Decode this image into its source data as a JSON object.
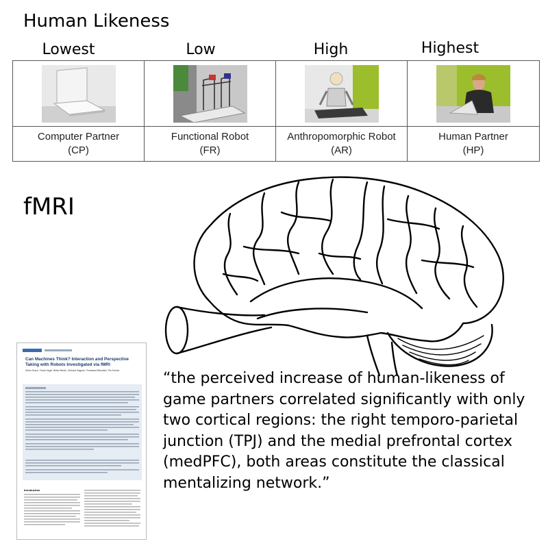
{
  "title": "Human Likeness",
  "levels": [
    "Lowest",
    "Low",
    "High",
    "Highest"
  ],
  "conditions": [
    {
      "name": "Computer Partner",
      "abbr": "(CP)"
    },
    {
      "name": "Functional Robot",
      "abbr": "(FR)"
    },
    {
      "name": "Anthropomorphic Robot",
      "abbr": "(AR)"
    },
    {
      "name": "Human Partner",
      "abbr": "(HP)"
    }
  ],
  "fmri_label": "fMRI",
  "paper": {
    "title": "Can Machines Think? Interaction and Perspective Taking with Robots Investigated via fMRI",
    "authors": "Sören Krach, Frank Hegel, Britta Wrede, Gerhard Sagerer, Ferdinand Binkofski, Tilo Kircher",
    "intro_heading": "Introduction"
  },
  "quote": "“the perceived increase of human-likeness of game partners correlated significantly with only two cortical regions: the right temporo-parietal junction (TPJ) and the medial prefrontal cortex (medPFC), both areas constitute the classical mentalizing network.”",
  "colors": {
    "text": "#000000",
    "table_border": "#555555",
    "paper_title": "#1a3a6a",
    "wall_green": "#9cbe2c"
  }
}
